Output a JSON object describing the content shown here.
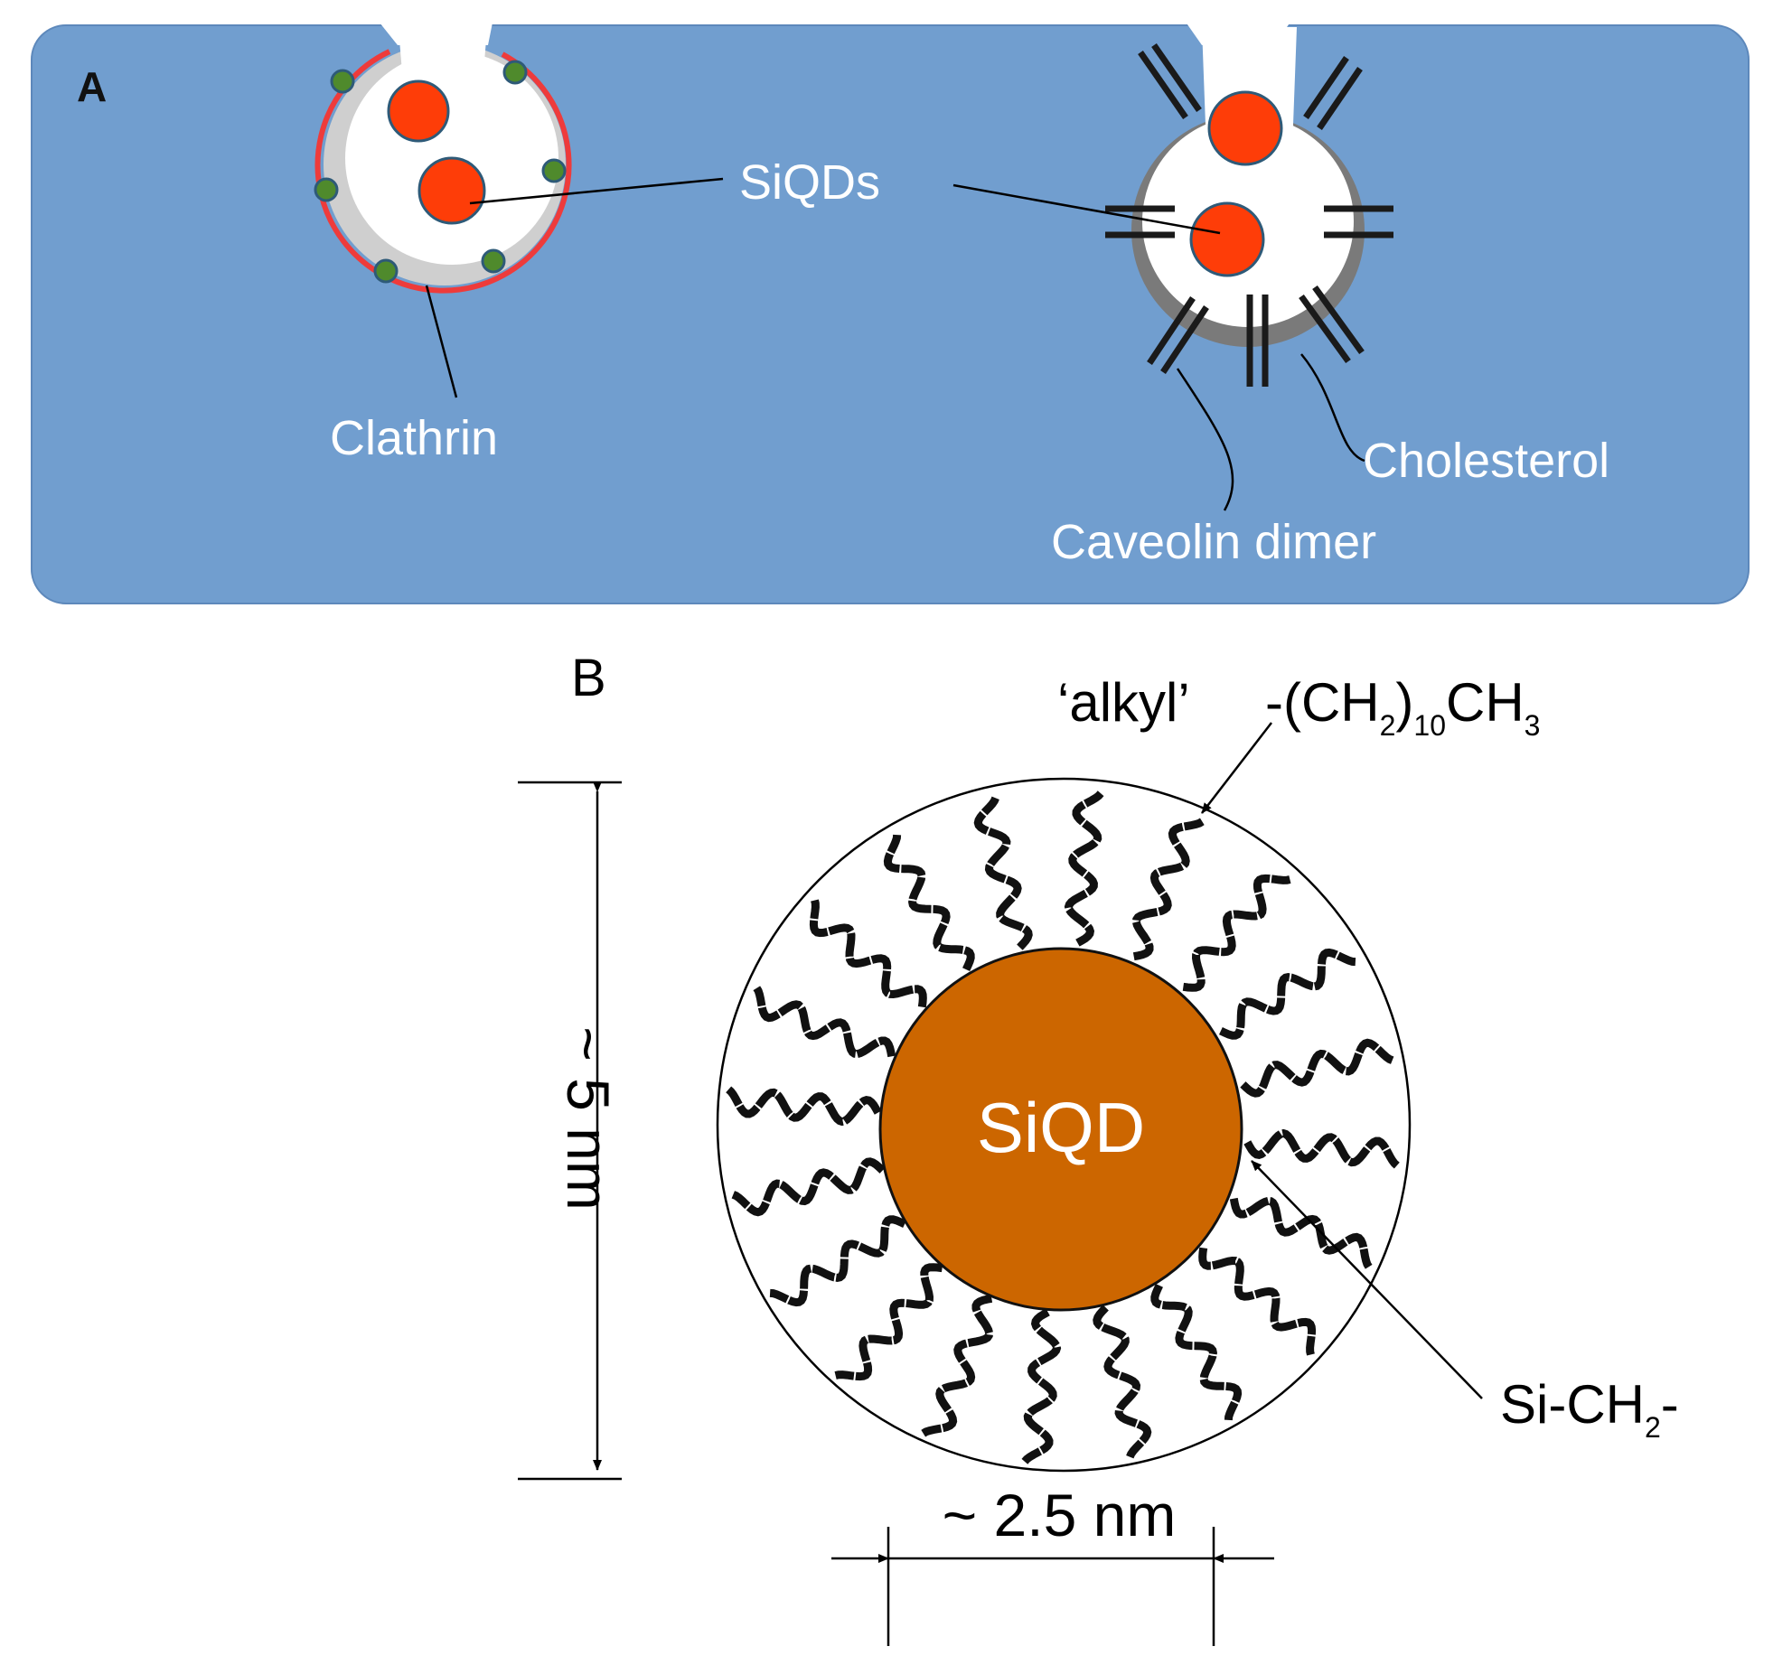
{
  "panel_a": {
    "label": "A",
    "siqds_label": "SiQDs",
    "clathrin_label": "Clathrin",
    "cholesterol_label": "Cholesterol",
    "caveolin_label": "Caveolin dimer",
    "colors": {
      "cell": "#719ecf",
      "qd": "#fe3d08",
      "clathrin": "#ee3b3b",
      "adaptor": "#4f8a2c",
      "membrane": "#c8c8c8",
      "caveola_coat": "#7a7a7a"
    }
  },
  "panel_b": {
    "label": "B",
    "alkyl_label": "‘alkyl’",
    "alkyl_formula": {
      "prefix": "-(CH",
      "sub1": "2",
      "mid": ")",
      "sub2": "10",
      "mid2": "CH",
      "sub3": "3"
    },
    "core_label": "SiQD",
    "si_ch2_formula": {
      "prefix": "Si-CH",
      "sub": "2",
      "suffix": "-"
    },
    "outer_size_label": "~ 5 nm",
    "core_size_label": "~ 2.5 nm",
    "colors": {
      "core": "#cc6600",
      "chain": "#111111"
    }
  }
}
